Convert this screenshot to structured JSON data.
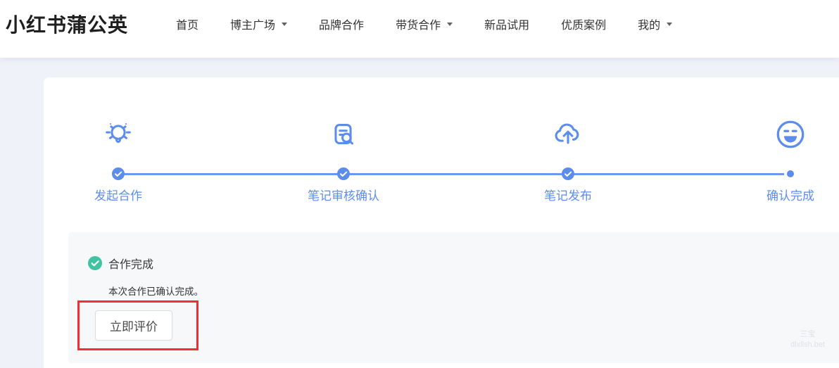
{
  "header": {
    "logo": "小红书蒲公英",
    "nav": [
      {
        "label": "首页",
        "dropdown": false
      },
      {
        "label": "博主广场",
        "dropdown": true
      },
      {
        "label": "品牌合作",
        "dropdown": false
      },
      {
        "label": "带货合作",
        "dropdown": true
      },
      {
        "label": "新品试用",
        "dropdown": false
      },
      {
        "label": "优质案例",
        "dropdown": false
      },
      {
        "label": "我的",
        "dropdown": true
      }
    ]
  },
  "stepper": {
    "steps": [
      {
        "label": "发起合作",
        "icon": "idea-icon",
        "state": "completed"
      },
      {
        "label": "笔记审核确认",
        "icon": "note-review-icon",
        "state": "completed"
      },
      {
        "label": "笔记发布",
        "icon": "cloud-upload-icon",
        "state": "completed"
      },
      {
        "label": "确认完成",
        "icon": "smiley-icon",
        "state": "current"
      }
    ]
  },
  "status_panel": {
    "title": "合作完成",
    "description": "本次合作已确认完成。",
    "action_label": "立即评价"
  },
  "watermark": {
    "line1": "三宝",
    "line2": "dlxllsh.bet"
  },
  "colors": {
    "accent_blue": "#5c8ded",
    "success_green": "#3fc3a1",
    "annotation_red": "#f12d35",
    "page_background": "#f0f2f9",
    "panel_background": "#f7f8fa"
  }
}
